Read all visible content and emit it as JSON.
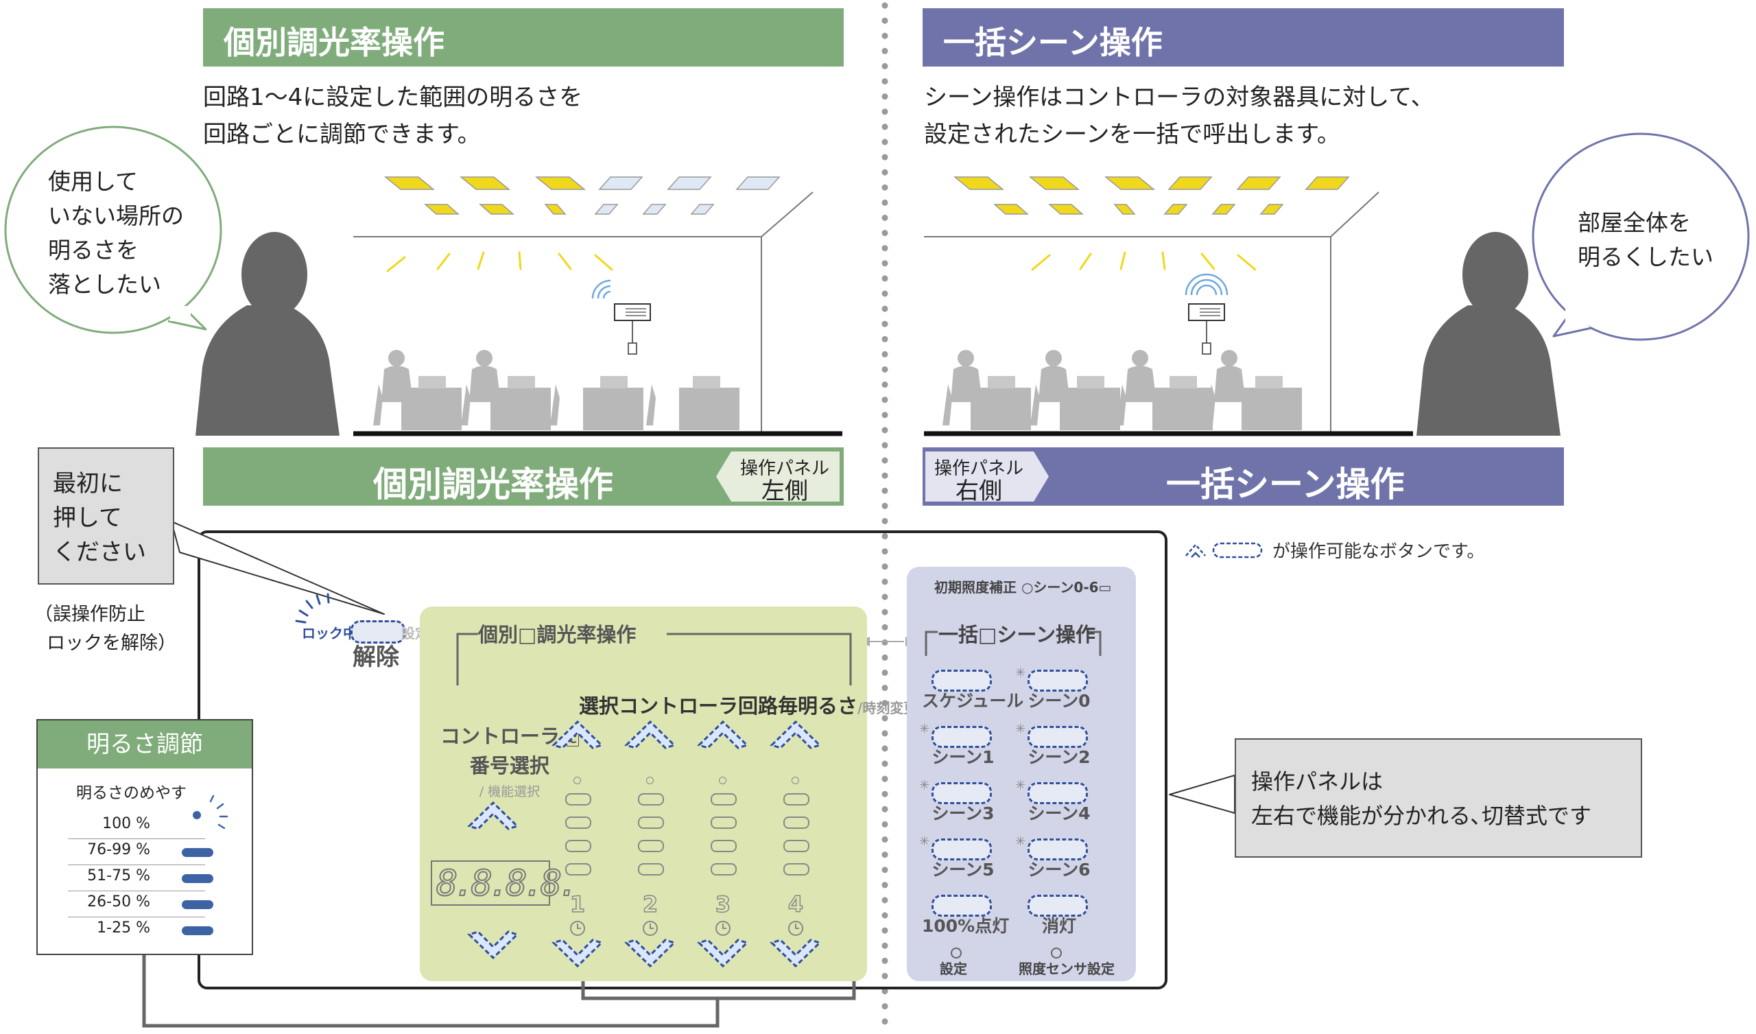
{
  "left": {
    "header": "個別調光率操作",
    "desc": [
      "回路1〜4に設定した範囲の明るさを",
      "回路ごとに調節できます。"
    ],
    "bubble": [
      "使用して",
      "いない場所の",
      "明るさを",
      "落としたい"
    ],
    "bar_title": "個別調光率操作",
    "tag_line1": "操作パネル",
    "tag_line2": "左側"
  },
  "right": {
    "header": "一括シーン操作",
    "desc": [
      "シーン操作はコントローラの対象器具に対して、",
      "設定されたシーンを一括で呼出します。"
    ],
    "bubble": [
      "部屋全体を",
      "明るくしたい"
    ],
    "bar_title": "一括シーン操作",
    "tag_line1": "操作パネル",
    "tag_line2": "右側"
  },
  "callout_first": [
    "最初に",
    "押して",
    "ください"
  ],
  "lock_note": [
    "（誤操作防止",
    "ロックを解除）"
  ],
  "lock": {
    "lock_text": "ロック中",
    "setting_text": "設定中",
    "release": "解除"
  },
  "brightness_legend": {
    "title": "明るさ調節",
    "subtitle": "明るさのめやす",
    "rows": [
      "100 %",
      "76-99 %",
      "51-75 %",
      "26-50 %",
      "1-25 %"
    ]
  },
  "button_note": "が操作可能なボタンです。",
  "panel_note": [
    "操作パネルは",
    "左右で機能が分かれる､切替式です"
  ],
  "left_panel": {
    "title": "個別□調光率操作",
    "subtitle_main": "選択コントローラ回路毎明るさ",
    "subtitle_small": "/時刻変更",
    "controller": [
      "コントローラ",
      "番号選択"
    ],
    "controller_c": "C",
    "controller_sub": "/ 機能選択",
    "seg_display": "8.8.8.8.",
    "circuits": [
      "1",
      "2",
      "3",
      "4"
    ]
  },
  "right_panel": {
    "top_label": "初期照度補正 ○シーン0-6▭",
    "title": "一括□シーン操作",
    "buttons": [
      "スケジュール",
      "シーン0",
      "シーン1",
      "シーン2",
      "シーン3",
      "シーン4",
      "シーン5",
      "シーン6",
      "100%点灯",
      "消灯"
    ],
    "bottom": [
      "設定",
      "照度センサ設定"
    ]
  },
  "colors": {
    "green": "#7fac7a",
    "purple": "#6f73aa",
    "panel_green": "#dde6b2",
    "panel_purple": "#d2d4e8",
    "lamp_yellow": "#f0d81c",
    "lamp_blue": "#dfe9f5",
    "dashed_blue": "#2f4f9a"
  }
}
